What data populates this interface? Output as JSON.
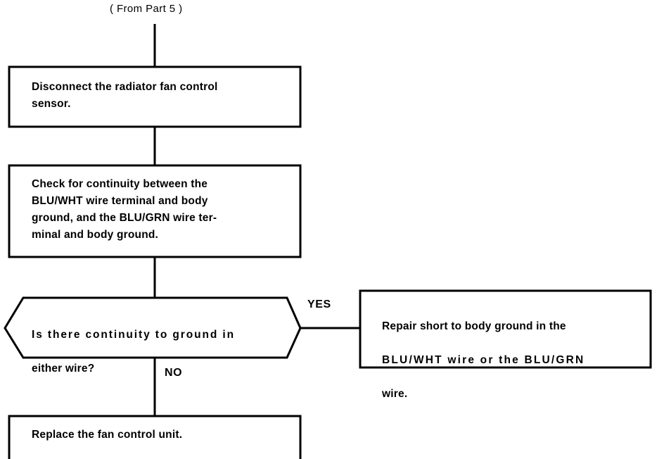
{
  "diagram": {
    "title_note": "( From Part 5 )",
    "type": "troubleshooting-flowchart",
    "line_color": "#000000",
    "background_color": "#ffffff",
    "nodes": [
      {
        "id": "disconnect-sensor",
        "shape": "rectangle",
        "text": "Disconnect the radiator fan control\nsensor."
      },
      {
        "id": "check-continuity",
        "shape": "rectangle",
        "text": "Check for continuity between the\nBLU/WHT wire terminal and body\nground, and the BLU/GRN wire ter-\nminal and body ground."
      },
      {
        "id": "continuity-question",
        "shape": "hexagon",
        "line1": "Is there continuity to ground in",
        "line2": "either wire?"
      },
      {
        "id": "repair-short",
        "shape": "rectangle",
        "line1": "Repair short to body ground in the",
        "line2": "BLU/WHT wire or the BLU/GRN",
        "line3": "wire."
      },
      {
        "id": "replace-fan-control-unit",
        "shape": "rectangle",
        "text": "Replace the fan control unit."
      }
    ],
    "branches": {
      "yes_label": "YES",
      "no_label": "NO"
    }
  }
}
